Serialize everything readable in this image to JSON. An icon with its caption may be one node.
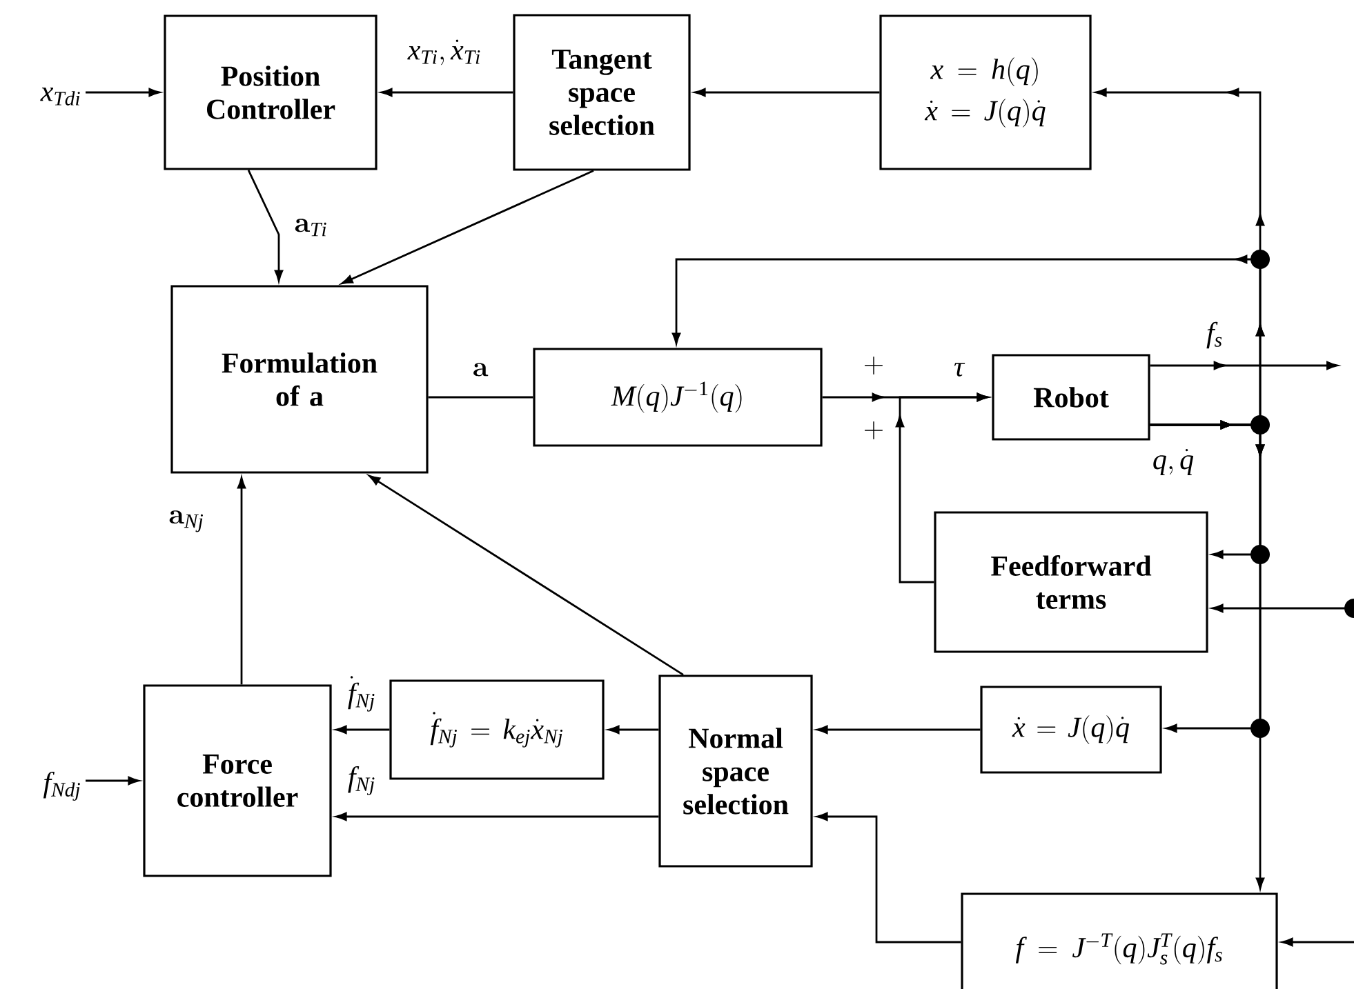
{
  "diagram": {
    "nodes": [
      {
        "text": [
          "Position Controller"
        ]
      },
      {
        "text": [
          "Tangent space selection"
        ]
      },
      {
        "text": [
          "x = h(q)",
          "\\dot{x} = J(q)\\dot{q}"
        ]
      },
      {
        "text": [
          "Formulation of a"
        ]
      },
      {
        "text": [
          "M(q)J^{-1}(q)"
        ]
      },
      {
        "text": [
          "Robot"
        ]
      },
      {
        "text": [
          "Feedforward terms"
        ]
      },
      {
        "text": [
          "Force controller"
        ]
      },
      {
        "text": [
          "\\dot{f}_{Nj} = k_{ej}\\dot{x}_{Nj}"
        ]
      },
      {
        "text": [
          "Normal space selection"
        ]
      },
      {
        "text": [
          "\\dot{x} = J(q)\\dot{q}"
        ]
      },
      {
        "text": [
          "f = J^{-T}(q)J_s^{T}(q)f_s"
        ]
      }
    ],
    "edges": [
      {
        "from": null,
        "to": 0,
        "arrow": "to",
        "label": "x_{Tdi}"
      },
      {
        "from": 1,
        "to": 0,
        "arrow": "to",
        "label": "x_{Ti}, \\dot{x}_{Ti}"
      },
      {
        "from": 2,
        "to": 1,
        "arrow": "to"
      },
      {
        "from": 5,
        "to": 2,
        "arrow": "to"
      },
      {
        "from": 5,
        "to": 4,
        "arrow": "to"
      },
      {
        "from": 5,
        "to": 6,
        "arrow": "to"
      },
      {
        "from": 5,
        "to": 10,
        "arrow": "to"
      },
      {
        "from": 5,
        "to": 11,
        "arrow": "to"
      },
      {
        "from": 5,
        "to": null,
        "arrow": "to",
        "label": "f_s"
      },
      {
        "from": null,
        "to": 6,
        "arrow": "to"
      },
      {
        "from": null,
        "to": 11,
        "arrow": "to"
      },
      {
        "from": 0,
        "to": 3,
        "arrow": "to",
        "label": "\\mathbf{a}_{Ti}"
      },
      {
        "from": 1,
        "to": 3,
        "arrow": "to"
      },
      {
        "from": 3,
        "to": 4,
        "arrow": "none",
        "label": "\\mathbf{a}"
      },
      {
        "from": 4,
        "to": 5,
        "arrow": "to"
      },
      {
        "from": 6,
        "to": 5,
        "arrow": "to"
      },
      {
        "from": 9,
        "to": 3,
        "arrow": "to"
      },
      {
        "from": 7,
        "to": 3,
        "arrow": "to",
        "label": "\\mathbf{a}_{Nj}"
      },
      {
        "from": 9,
        "to": 8,
        "arrow": "to"
      },
      {
        "from": 8,
        "to": 7,
        "arrow": "to",
        "label": "\\dot{f}_{Nj}"
      },
      {
        "from": 9,
        "to": 7,
        "arrow": "to",
        "label": "f_{Nj}"
      },
      {
        "from": null,
        "to": 7,
        "arrow": "to",
        "label": "f_{Ndj}"
      },
      {
        "from": 10,
        "to": 9,
        "arrow": "to"
      },
      {
        "from": 11,
        "to": 9,
        "arrow": "to"
      }
    ],
    "labels": [
      "+",
      "+",
      "\\tau",
      "q, \\dot{q}"
    ]
  }
}
